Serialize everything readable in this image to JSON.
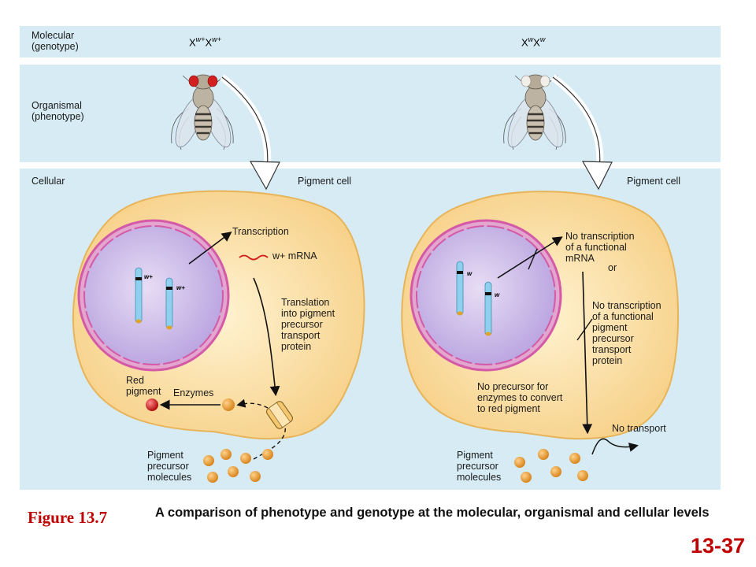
{
  "levels": {
    "molecular": "Molecular\n(genotype)",
    "organismal": "Organismal\n(phenotype)",
    "cellular": "Cellular"
  },
  "genotypes": {
    "left_base": "X",
    "left_sup": "w+",
    "right_base": "X",
    "right_sup": "w"
  },
  "left_cell": {
    "title": "Pigment cell",
    "gene_label": "w+",
    "transcription": "Transcription",
    "mrna": "w+ mRNA",
    "translation": "Translation\ninto pigment\nprecursor\ntransport\nprotein",
    "red_pigment": "Red\npigment",
    "enzymes": "Enzymes",
    "precursor": "Pigment\nprecursor\nmolecules"
  },
  "right_cell": {
    "title": "Pigment cell",
    "gene_label": "w",
    "no_transcription_mrna": "No transcription\nof a functional\nmRNA",
    "or": "or",
    "no_transcription_protein": "No transcription\nof a functional\npigment\nprecursor\ntransport\nprotein",
    "no_precursor": "No precursor for\nenzymes to convert\nto red pigment",
    "no_transport": "No transport",
    "precursor": "Pigment\nprecursor\nmolecules"
  },
  "figure_label": "Figure 13.7",
  "caption": "A comparison of phenotype and genotype at the molecular, organismal and cellular levels",
  "slide_number": "13-37",
  "colors": {
    "band": "#d6ebf3",
    "cytoplasm": "#fbe1a6",
    "nucleus": "#c9b8e6",
    "nuclear_envelope": "#d45aa8",
    "chromosome": "#8fd0ee",
    "precursor": "#e49a2e",
    "red_pigment": "#d01b1b",
    "accent_red": "#c00000"
  }
}
